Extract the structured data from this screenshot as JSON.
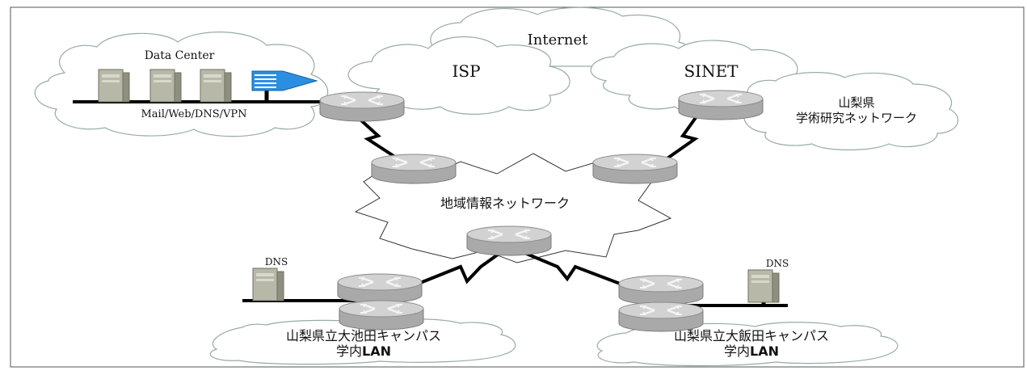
{
  "clouds": {
    "internet": "Internet",
    "isp": "ISP",
    "sinet": "SINET",
    "data_center": "Data Center",
    "data_center_services": "Mail/Web/DNS/VPN",
    "academic_line1": "山梨県",
    "academic_line2": "学術研究ネットワーク",
    "regional": "地域情報ネットワーク",
    "campus_left_line1": "山梨県立大池田キャンパス",
    "campus_left_line2_prefix": "学内",
    "campus_left_line2_suffix": "LAN",
    "campus_right_line1": "山梨県立大飯田キャンパス",
    "campus_right_line2_prefix": "学内",
    "campus_right_line2_suffix": "LAN"
  },
  "dns_left": "DNS",
  "dns_right": "DNS",
  "colors": {
    "router_body": "#a9a9a9",
    "router_top": "#d2d2d2",
    "server_body": "#b8b8a8",
    "firewall_blue": "#2a8fe0",
    "line": "#000000"
  }
}
